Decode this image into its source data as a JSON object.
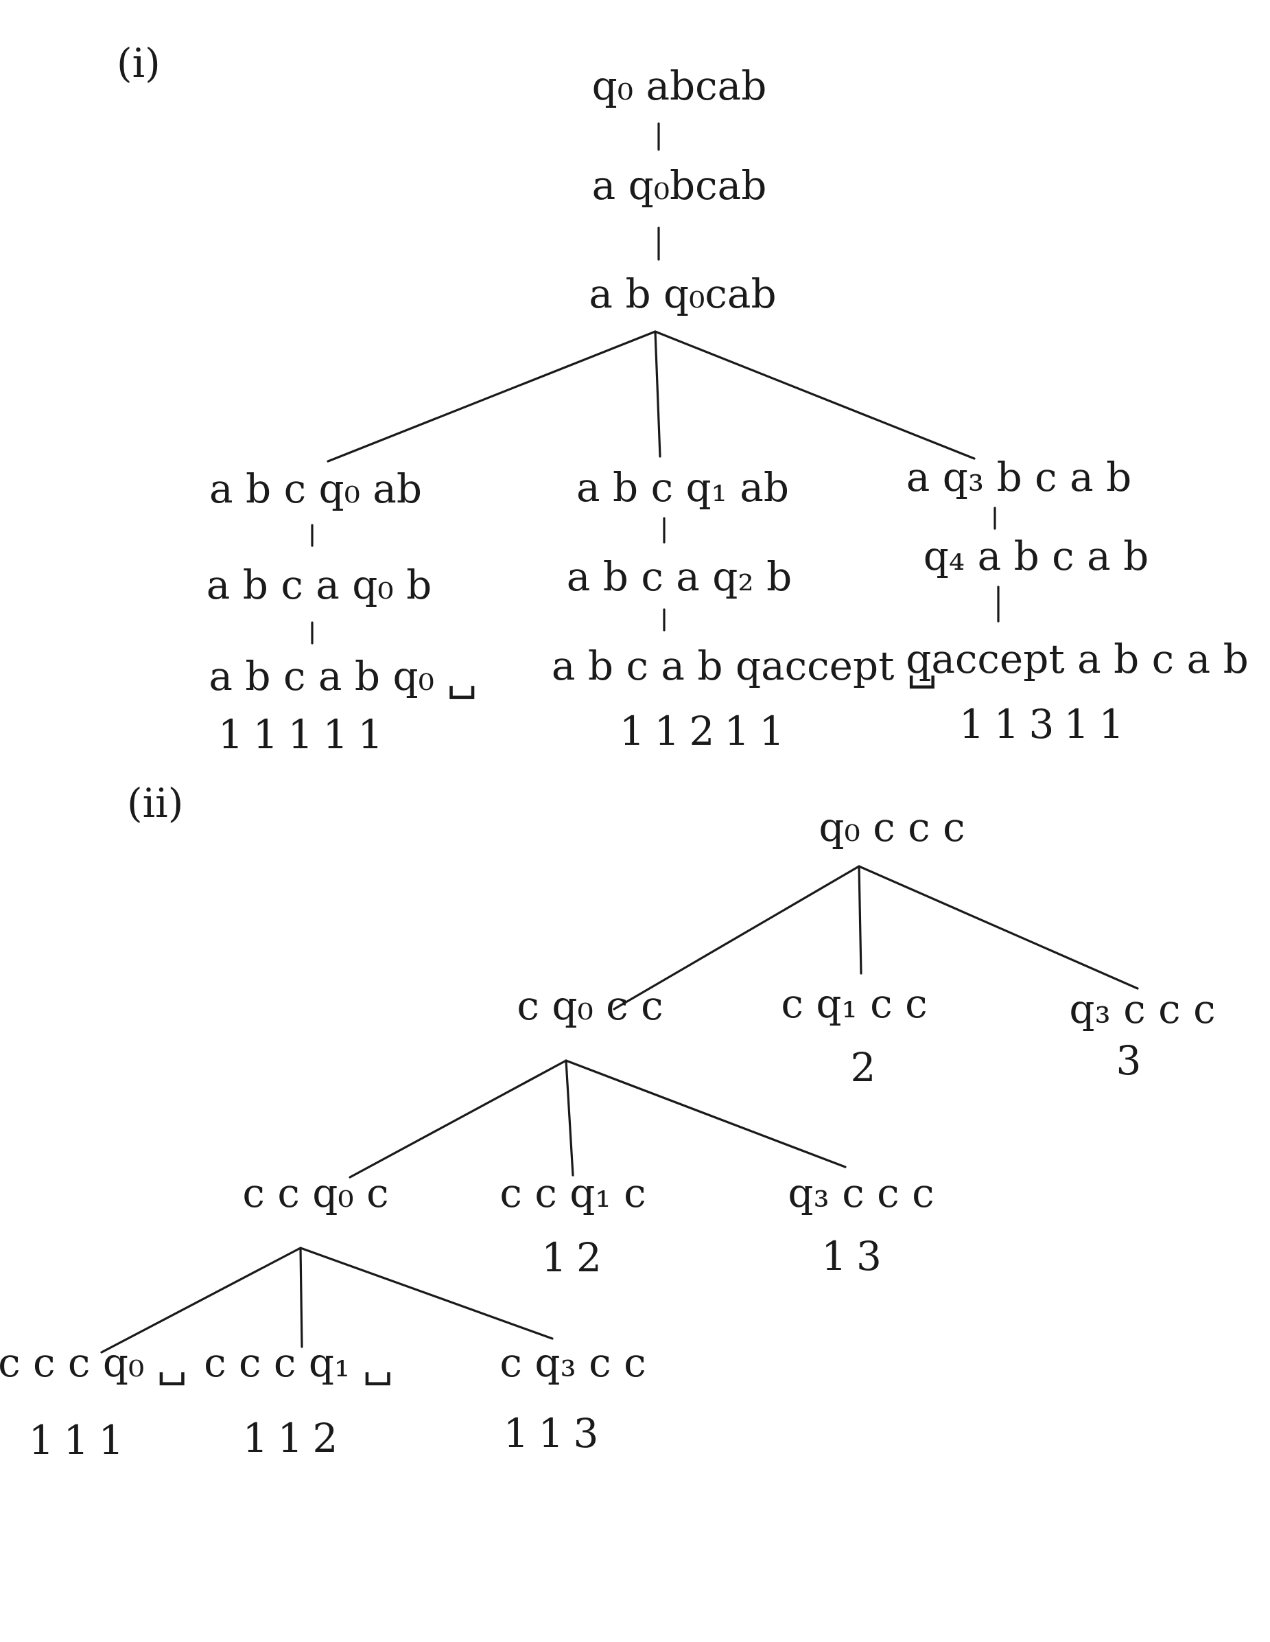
{
  "sections": [
    {
      "label": "(i)",
      "nodes": [
        {
          "id": "r0",
          "text": "q₀ abcab"
        },
        {
          "id": "r1",
          "text": "a q₀bcab"
        },
        {
          "id": "r2",
          "text": "a b q₀cab"
        },
        {
          "id": "L1",
          "text": "a b c q₀ ab"
        },
        {
          "id": "L2",
          "text": "a b c a q₀ b"
        },
        {
          "id": "L3",
          "text": "a b c a b q₀ ␣"
        },
        {
          "id": "M1",
          "text": "a b c q₁ ab"
        },
        {
          "id": "M2",
          "text": "a b c a q₂ b"
        },
        {
          "id": "M3",
          "text": "a b c a b qaccept ␣"
        },
        {
          "id": "R1",
          "text": "a q₃ b c a b"
        },
        {
          "id": "R2",
          "text": "q₄ a b c a b"
        },
        {
          "id": "R3",
          "text": "qaccept a b c a b"
        }
      ],
      "codes": [
        {
          "id": "c1",
          "text": "11111"
        },
        {
          "id": "c2",
          "text": "11211"
        },
        {
          "id": "c3",
          "text": "11311"
        }
      ]
    },
    {
      "label": "(ii)",
      "nodes": [
        {
          "id": "t0",
          "text": "q₀ c c c"
        },
        {
          "id": "A",
          "text": "c q₀ c c"
        },
        {
          "id": "B",
          "text": "c q₁ c c"
        },
        {
          "id": "C",
          "text": "q₃ c c c"
        },
        {
          "id": "D",
          "text": "c c q₀ c"
        },
        {
          "id": "E",
          "text": "c c q₁ c"
        },
        {
          "id": "F",
          "text": "q₃ c c c"
        },
        {
          "id": "G",
          "text": "c c c q₀ ␣"
        },
        {
          "id": "H",
          "text": "c c c q₁ ␣"
        },
        {
          "id": "I",
          "text": "c q₃ c c"
        }
      ],
      "codes": [
        {
          "id": "cB",
          "text": "2"
        },
        {
          "id": "cC",
          "text": "3"
        },
        {
          "id": "cE",
          "text": "12"
        },
        {
          "id": "cF",
          "text": "13"
        },
        {
          "id": "cG",
          "text": "111"
        },
        {
          "id": "cH",
          "text": "112"
        },
        {
          "id": "cI",
          "text": "113"
        }
      ]
    }
  ]
}
